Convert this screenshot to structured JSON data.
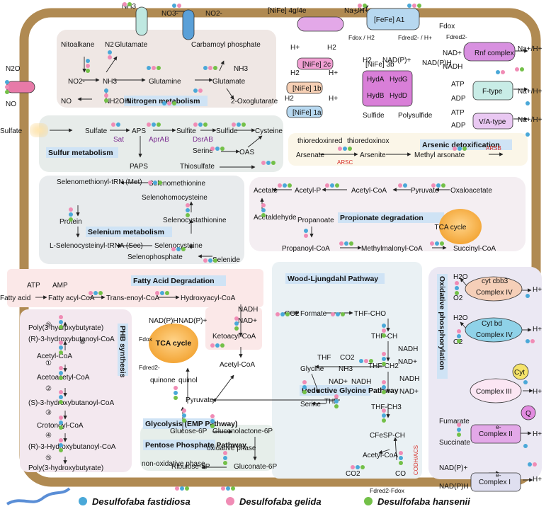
{
  "colors": {
    "fastidiosa": "#4aa8d8",
    "gelida": "#f08cb5",
    "hansenii": "#73c048",
    "cell": "#b08a52"
  },
  "legend": {
    "fastidiosa": "Desulfofaba fastidiosa",
    "gelida": "Desulfofaba gelida",
    "hansenii": "Desulfofaba hansenii"
  },
  "membrane": {
    "nh3": "NH3",
    "no3": "NO3-",
    "no2": "NO2-",
    "nife_4g": "[NiFe] 4g/4e",
    "na_h": "Na+/H+",
    "fefe": "[FeFe] A1",
    "fdox_h2": "Fdox / H2",
    "fdred_h": "Fdred2- / H+",
    "fdox": "Fdox",
    "fdred": "Fdred2-",
    "nad": "NAD+",
    "nadh": "NADH",
    "rnf": "Rnf complex",
    "rnf_na": "Na+/H+",
    "atp1": "ATP",
    "adp1": "ADP",
    "ftype": "F-type",
    "ftype_na": "Na+/H+",
    "atp2": "ATP",
    "adp2": "ADP",
    "vatype": "V/A-type",
    "vatype_na": "Na+/H+",
    "n2o": "N2O",
    "no_out": "NO",
    "sulfate_out": "Sulfate"
  },
  "hydrogenase": {
    "h": "H+",
    "h2": "H2",
    "nife2c": "[NiFe] 2c",
    "nife1b": "[NiFe] 1b",
    "nife1a": "[NiFe] 1a",
    "h2_2": "H2",
    "h_2": "H+",
    "h2_3": "H2",
    "h_3": "H+",
    "nife3b": "[NiFe] 3b",
    "h2b": "H2",
    "nadp": "NAD(P)+",
    "nadph": "NAD(P)H",
    "hyda": "HydA",
    "hydg": "HydG",
    "hydb": "HydB",
    "hydd": "HydD",
    "sulfide": "Sulfide",
    "polysulfide": "Polysulfide"
  },
  "nitrogen": {
    "title": "Nitrogen metabolism",
    "nitroalkane": "Nitoalkane",
    "n2": "N2",
    "glutamate": "Glutamate",
    "carbamoyl": "Carbamoyl phosphate",
    "no2": "NO2-",
    "nh3": "NH3",
    "glutamine": "Glutamine",
    "glutamate2": "Glutamate",
    "nh3b": "NH3",
    "no": "NO",
    "nh2oh": "NH2OH",
    "oxoglutarate": "2-Oxoglutarate"
  },
  "sulfur": {
    "title": "Sulfur metabolism",
    "sulfate": "Sulfate",
    "aps": "APS",
    "sulfite": "Sulfite",
    "sulfide": "Sulfide",
    "cysteine": "Cysteine",
    "sat": "Sat",
    "aprab": "AprAB",
    "dsrab": "DsrAB",
    "serine": "Serine",
    "oas": "OAS",
    "papps": "PAPS",
    "thiosulfate": "Thiosulfate"
  },
  "arsenic": {
    "title": "Arsenic detoxification",
    "trx_red": "thioredoxinred",
    "trx_ox": "thioredoxinox",
    "arsenate": "Arsenate",
    "arsenite": "Arsenite",
    "methyl": "Methyl arsonate",
    "arsc": "ARSC",
    "arsb": "ARSB"
  },
  "selenium": {
    "title": "Selenium metabolism",
    "selmet_trna": "Selenomethionyl-tRN (Met)",
    "selmet": "Selenomethionine",
    "selhomo": "Selenohomocysteine",
    "protein": "Protein",
    "selcysta": "Selenocystathionine",
    "lsel": "L-Selenocysteinyl-tRNA (Sec)",
    "selcys": "Selenocysteine",
    "selphos": "Selenophosphate",
    "selenide": "Selenide"
  },
  "propionate": {
    "title": "Propionate degradation",
    "acetate": "Acetate",
    "acetylp": "Acetyl-P",
    "acetylcoa": "Acetyl-CoA",
    "pyruvate": "Pyruvate",
    "oxaloacetate": "Oxaloacetate",
    "acetaldehyde": "Acetaldehyde",
    "propanoate": "Propanoate",
    "tca": "TCA cycle",
    "propanoylcoa": "Propanoyl-CoA",
    "methylmalonyl": "Methylmalonyl-CoA",
    "succinyl": "Succinyl-CoA"
  },
  "fatty": {
    "title": "Fatty Acid Degradation",
    "atp": "ATP",
    "amp": "AMP",
    "fattyacid": "Fatty acid",
    "fattyacyl": "Fatty acyl-CoA",
    "transenoyl": "Trans-enoyl-CoA",
    "hydroxyacyl": "Hydroxyacyl-CoA",
    "nadh": "NADH",
    "nad": "NAD+",
    "ketoacyl": "Ketoacyl-CoA"
  },
  "phb": {
    "title": "PHB synthesis",
    "poly1": "Poly(3-hydroxybutyrate)",
    "rhb1": "(R)-3-hydroxybutanoyl-CoA",
    "acetylcoa": "Acetyl-CoA",
    "acetoacetyl": "Acetoacetyl-CoA",
    "shb": "(S)-3-hydroxybutanoyl-CoA",
    "crotonoyl": "Crotonoyl-CoA",
    "rhb2": "(R)-3-Hydroxybutanoyl-CoA",
    "poly2": "Poly(3-hydroxybutyrate)",
    "s1": "①",
    "s2": "②",
    "s3": "③",
    "s4": "④",
    "s5": "⑤",
    "s5b": "⑤",
    "s6": "⑥"
  },
  "tca": {
    "title": "TCA cycle",
    "nadph": "NAD(P)H",
    "nadp": "NAD(P)+",
    "fdox": "Fdox",
    "fdred": "Fdred2-",
    "quinone": "quinone",
    "quinol": "quinol",
    "acetylcoa": "Acetyl-CoA"
  },
  "glycolysis": {
    "title": "Glycolysis (EMP Pathway)",
    "pyruvate": "Pyruvate",
    "glucose6p": "Glucose-6P",
    "gluconolactone": "Gluconolactone-6P"
  },
  "ppp": {
    "title": "Pentose Phosphate Pathway",
    "nonox": "non-oxidative phase",
    "ox": "oxidative phase",
    "ribulose": "Ribulose-5P",
    "gluconate": "Gluconate-6P"
  },
  "wl": {
    "title": "Wood-Ljungdahl Pathway",
    "co2": "CO2",
    "formate": "Formate",
    "thfcho": "THF-CHO",
    "thfch": "THF-CH",
    "nadh1": "NADH",
    "nad1": "NAD+",
    "thfch2": "THF-CH2",
    "nadh2": "NADH",
    "nad2": "NAD+",
    "thfch3": "THF-CH3",
    "cfesp": "CFeSP-CH",
    "codh": "CODH/ACS",
    "acetylcoa": "Acetyl-CoA",
    "co2b": "CO2",
    "co": "CO",
    "fdred": "Fdred2-",
    "fdox": "Fdox"
  },
  "glycine": {
    "title": "Reductive Glycine Pathway",
    "glycine": "Glycine",
    "thf": "THF",
    "co2": "CO2",
    "nh3": "NH3",
    "nad": "NAD+",
    "nadh": "NADH",
    "serine": "Serine",
    "thf2": "THF"
  },
  "oxphos": {
    "title": "Oxidative phosphorylation",
    "h2o1": "H2O",
    "o21": "O2",
    "cytcbb3": "cyt cbb3",
    "cplx4a": "Complex IV",
    "h1": "H+",
    "h2o2": "H2O",
    "o22": "O2",
    "cytbd": "Cyt bd",
    "cplx4b": "Complex IV",
    "h2": "H+",
    "cyt": "Cyt",
    "cplx3": "Complex III",
    "h3": "H+",
    "q": "Q",
    "fumarate": "Fumarate",
    "succinate": "Succinate",
    "cplx2": "Complex II",
    "h4": "H+",
    "nadp": "NAD(P)+",
    "nadph": "NAD(P)H",
    "cplx1": "Complex I",
    "h5": "H+",
    "e": "e-",
    "e2": "e-"
  }
}
